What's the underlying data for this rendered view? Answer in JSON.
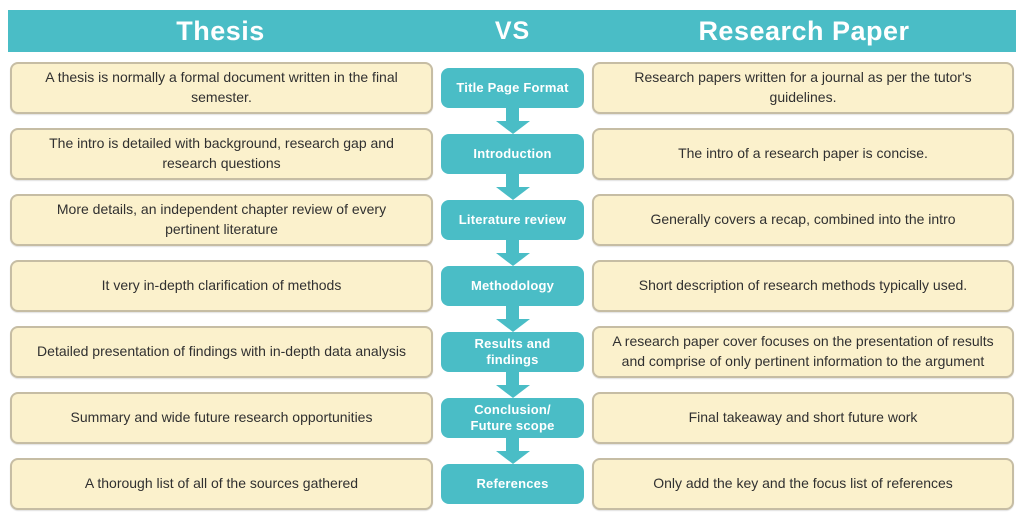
{
  "colors": {
    "teal": "#4ABDC6",
    "cream": "#FBF1CC",
    "cream_border": "#C6BDA4",
    "text_dark": "#303030",
    "header_text": "#FFFFFF"
  },
  "header": {
    "left": "Thesis",
    "center": "VS",
    "right": "Research Paper"
  },
  "arrow_icon": "arrow-down",
  "rows": [
    {
      "thesis": "A thesis is normally a formal document written in the final semester.",
      "step": "Title Page Format",
      "research": "Research papers written for a journal as per the tutor's guidelines."
    },
    {
      "thesis": "The intro is detailed with background, research gap and research questions",
      "step": "Introduction",
      "research": "The intro of a research paper is concise."
    },
    {
      "thesis": "More details, an independent chapter review of every pertinent literature",
      "step": "Literature review",
      "research": "Generally covers a recap, combined into the intro"
    },
    {
      "thesis": "It very in-depth clarification of methods",
      "step": "Methodology",
      "research": "Short description of research methods typically used."
    },
    {
      "thesis": "Detailed presentation of findings with in-depth data analysis",
      "step": "Results and findings",
      "research": "A research paper cover focuses on the presentation of results and comprise of only pertinent information to the argument"
    },
    {
      "thesis": "Summary and wide future research opportunities",
      "step": "Conclusion/\nFuture scope",
      "research": "Final takeaway and short future work"
    },
    {
      "thesis": "A thorough list of all of the sources gathered",
      "step": "References",
      "research": "Only add the key and the focus list of references"
    }
  ]
}
